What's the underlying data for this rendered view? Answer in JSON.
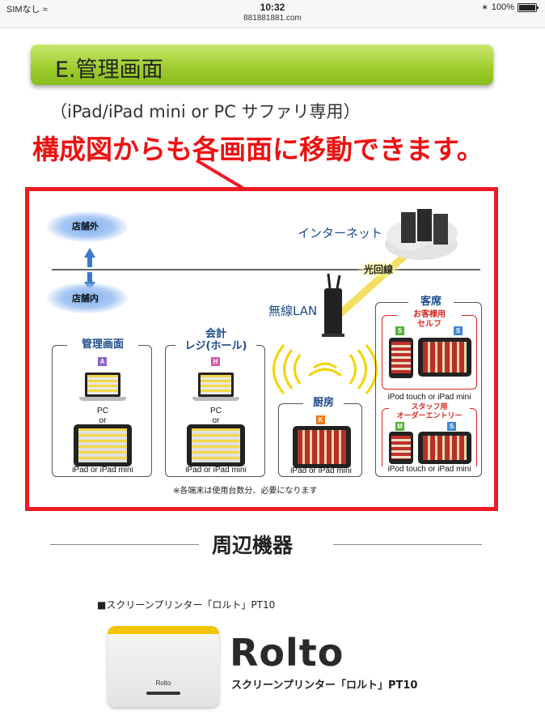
{
  "status_bar": {
    "carrier": "SIMなし",
    "time": "10:32",
    "url": "881881881.com",
    "battery": "100%"
  },
  "section_header": "E.管理画面",
  "subnote": "（iPad/iPad mini or PC サファリ専用）",
  "headline": "構成図からも各画面に移動できます。",
  "diagram": {
    "outside_label": "店舗外",
    "inside_label": "店舗内",
    "internet_label": "インターネット",
    "fiber_label": "光回線",
    "wifi_label": "無線LAN",
    "groups": {
      "admin": {
        "title": "管理画面",
        "badge": "A",
        "pc": "PC",
        "or": "or",
        "ipad": "iPad or iPad mini"
      },
      "register": {
        "title_line1": "会計",
        "title_line2": "レジ(ホール)",
        "badge": "H",
        "pc": "PC",
        "or": "or",
        "ipad": "iPad or iPad mini"
      },
      "kitchen": {
        "title": "厨房",
        "badge": "K",
        "ipad": "iPad or iPad mini"
      },
      "seats": {
        "title": "客席",
        "self_title_line1": "お客様用",
        "self_title_line2": "セルフ",
        "badge_s1": "S",
        "badge_s2": "S",
        "label1": "iPod touch or  iPad mini",
        "staff_title_line1": "スタッフ用",
        "staff_title_line2": "オーダーエントリー",
        "badge_m": "M",
        "badge_s3": "S",
        "label2": "iPod touch or  iPad mini"
      }
    },
    "footnote": "※各端末は使用台数分、必要になります"
  },
  "peripherals": {
    "title": "周辺機器",
    "product_caption": "■スクリーンプリンター「ロルト」PT10",
    "printer_logo": "Rolto",
    "brand": "Rolto",
    "brand_sub": "スクリーンプリンター「ロルト」PT10"
  },
  "colors": {
    "accent_red": "#ee1a24",
    "header_green": "#9dcc2c",
    "badge_purple": "#8a62c8",
    "badge_pink": "#d35aa8",
    "badge_orange": "#ee7a1a",
    "badge_green": "#58b038",
    "badge_blue": "#3f86d6",
    "group_title_blue": "#1a4a8a",
    "seat_title_red": "#d8261f"
  }
}
